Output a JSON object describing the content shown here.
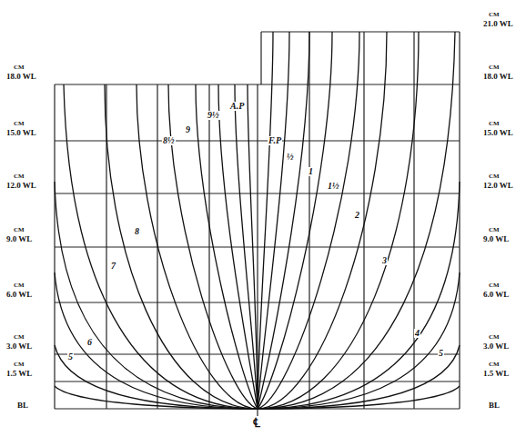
{
  "diagram": {
    "labels": [
      "CM",
      "18.0 WL",
      "CM",
      "15.0 WL",
      "CM",
      "12.0 WL",
      "CM",
      "9.0 WL",
      "CM",
      "6.0 WL",
      "CM",
      "3.0 WL",
      "CM",
      "1.5 WL",
      "BL",
      "CM",
      "21.0 WL",
      "CM",
      "18.0 WL",
      "CM",
      "15.0 WL",
      "CM",
      "12.0 WL",
      "CM",
      "9.0 WL",
      "CM",
      "6.0 WL",
      "CM",
      "3.0 WL",
      "CM",
      "1.5 WL",
      "BL",
      "℄",
      "A.P",
      "9½",
      "9",
      "8½",
      "8",
      "7",
      "6",
      "5",
      "F.P",
      "½",
      "1",
      "1½",
      "2",
      "3",
      "4",
      "5"
    ]
  }
}
